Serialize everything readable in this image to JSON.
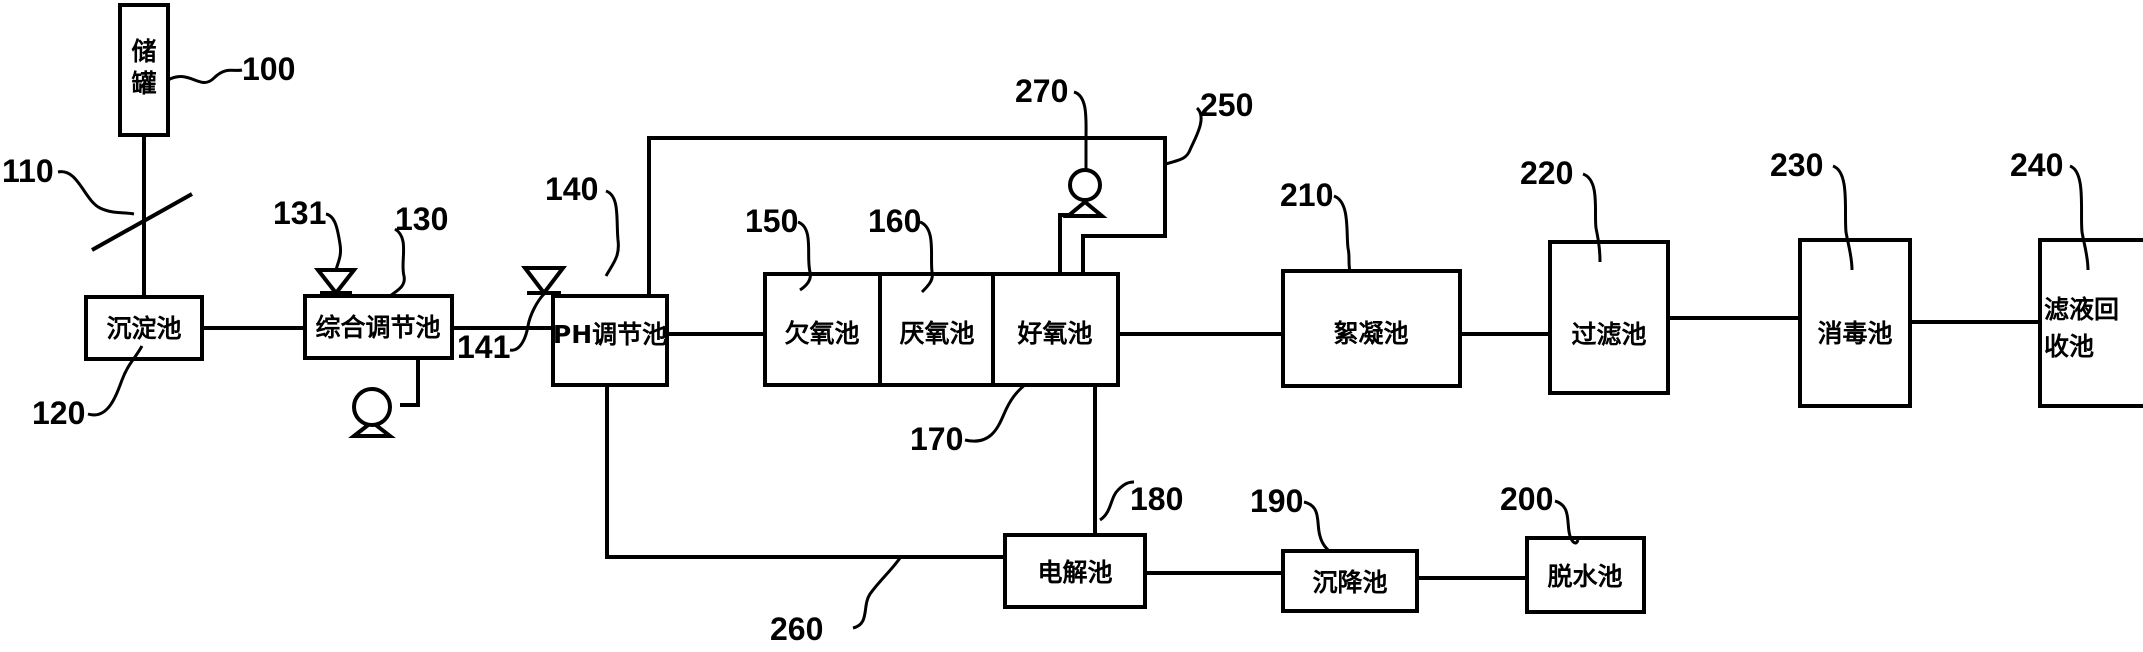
{
  "boxes": {
    "storage_tank": {
      "line1": "储",
      "line2": "罐"
    },
    "sedimentation": "沉淀池",
    "regulating": "综合调节池",
    "ph": "PH调节池",
    "anoxic": "欠氧池",
    "anaerobic": "厌氧池",
    "aerobic": "好氧池",
    "flocculation": "絮凝池",
    "filtration": "过滤池",
    "disinfection": "消毒池",
    "filtrate_recovery": {
      "line1": "滤液回",
      "line2": "收池"
    },
    "electrolysis": "电解池",
    "settling": "沉降池",
    "dewatering": "脱水池"
  },
  "refs": {
    "r100": "100",
    "r110": "110",
    "r120": "120",
    "r130": "130",
    "r131": "131",
    "r140": "140",
    "r141": "141",
    "r150": "150",
    "r160": "160",
    "r170": "170",
    "r180": "180",
    "r190": "190",
    "r200": "200",
    "r210": "210",
    "r220": "220",
    "r230": "230",
    "r240": "240",
    "r250": "250",
    "r260": "260",
    "r270": "270"
  }
}
